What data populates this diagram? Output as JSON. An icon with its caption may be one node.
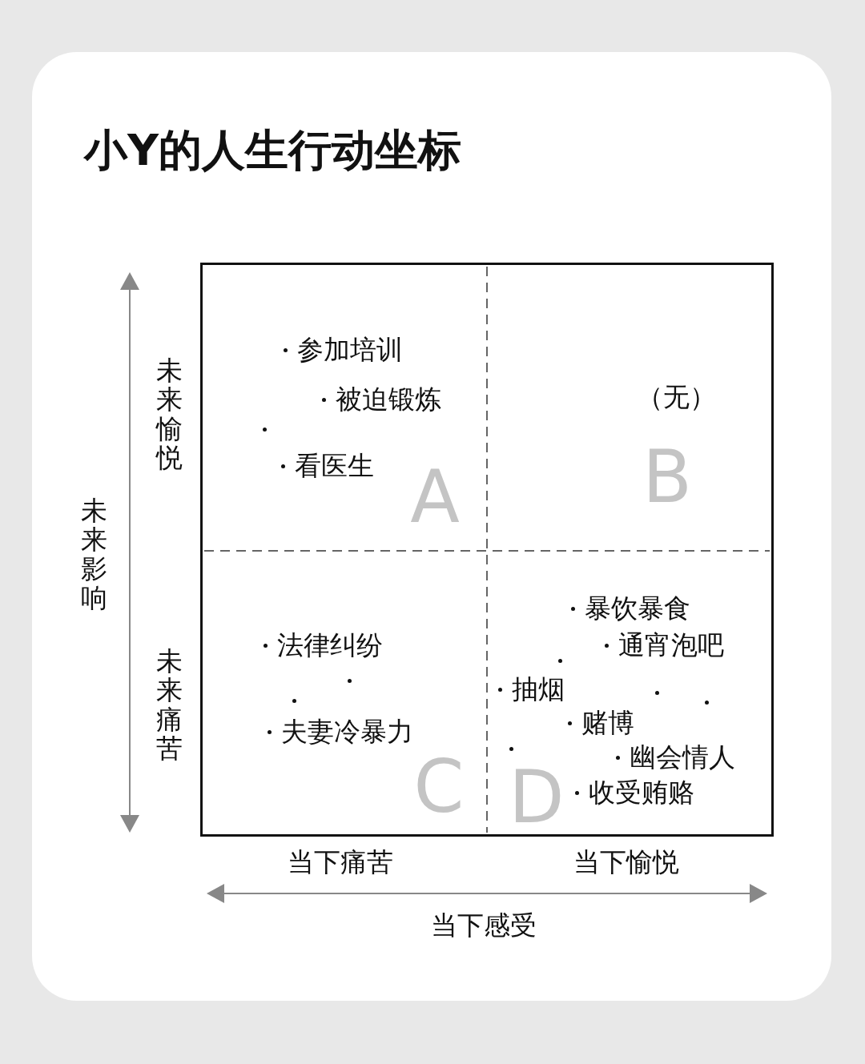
{
  "diagram": {
    "title": "小Y的人生行动坐标",
    "nodes": [
      {
        "text": [
          "参加培训",
          "被迫锻炼",
          "看医生",
          "A"
        ]
      },
      {
        "text": [
          "（无）",
          "B"
        ]
      },
      {
        "text": [
          "法律纠纷",
          "夫妻冷暴力",
          "C"
        ]
      },
      {
        "text": [
          "暴饮暴食",
          "通宵泡吧",
          "抽烟",
          "赌博",
          "幽会情人",
          "收受贿赂",
          "D"
        ]
      }
    ],
    "labels": [
      "未来愉悦",
      "未来影响",
      "未来痛苦",
      "当下痛苦",
      "当下愉悦",
      "当下感受"
    ]
  }
}
